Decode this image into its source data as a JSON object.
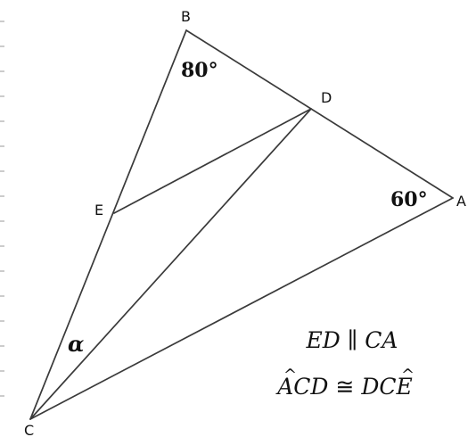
{
  "vertices": {
    "B": "B",
    "D": "D",
    "E": "E",
    "A": "A",
    "C": "C"
  },
  "angles": {
    "at_B": "80°",
    "at_A": "60°",
    "at_C": "α"
  },
  "relations": {
    "parallel": {
      "left": "ED",
      "symbol": "∥",
      "right": "CA"
    },
    "congruent": {
      "left": "ACD",
      "symbol": "≅",
      "right": "DCE"
    }
  }
}
